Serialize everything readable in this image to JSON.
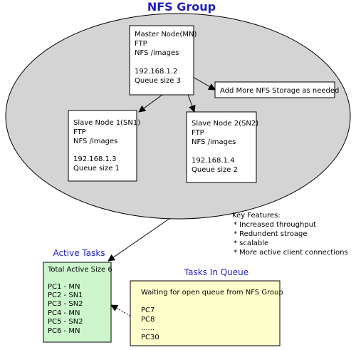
{
  "title": "NFS Group",
  "colors": {
    "group_fill": "#d4d4d4",
    "active_fill": "#ccf5cc",
    "queue_fill": "#ffffcc",
    "heading": "#1f1fbf"
  },
  "master": {
    "name": "Master Node(MN)",
    "service": "FTP",
    "share": "NFS /images",
    "ip": "192.168.1.2",
    "queue": "Queue size 3"
  },
  "slave1": {
    "name": "Slave Node 1(SN1)",
    "service": "FTP",
    "share": "NFS /images",
    "ip": "192.168.1.3",
    "queue": "Queue size 1"
  },
  "slave2": {
    "name": "Slave Node 2(SN2)",
    "service": "FTP",
    "share": "NFS /images",
    "ip": "192.168.1.4",
    "queue": "Queue size 2"
  },
  "storage_note": "Add More NFS Storage as needed",
  "features": {
    "title": "Key Features:",
    "items": [
      "* Increased throughput",
      "* Redundent stroage",
      "* scalable",
      "* More active client connections"
    ]
  },
  "active": {
    "heading": "Active Tasks",
    "total": "Total Active Size 6",
    "items": [
      "PC1 - MN",
      "PC2 - SN1",
      "PC3 - SN2",
      "PC4 - MN",
      "PC5 - SN2",
      "PC6 - MN"
    ]
  },
  "queue": {
    "heading": "Tasks In Queue",
    "waiting": "Waiting for open queue from NFS Group",
    "items": [
      "PC7",
      "PC8",
      "......",
      "PC30"
    ]
  }
}
